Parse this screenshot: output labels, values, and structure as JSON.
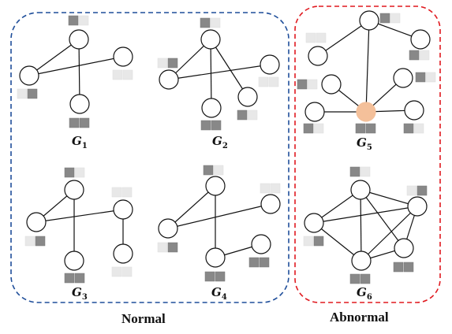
{
  "groups": [
    {
      "id": "normal",
      "label": "Normal",
      "border_color": "#1f4e9a"
    },
    {
      "id": "abnormal",
      "label": "Abnormal",
      "border_color": "#e0191f"
    }
  ],
  "colors": {
    "node_fill": "#ffffff",
    "node_stroke": "#111111",
    "edge": "#111111",
    "highlight_node": "#f4c09a",
    "badge_dark": "#888888",
    "badge_light": "#e8e8e8"
  },
  "graphs": [
    {
      "id": "G1",
      "name": "G",
      "sub": "1",
      "group": "normal",
      "nodes": [
        {
          "badge": [
            "dark",
            "light"
          ]
        },
        {
          "badge": [
            "light",
            "light"
          ]
        },
        {
          "badge": [
            "light",
            "dark"
          ]
        },
        {
          "badge": [
            "dark",
            "dark"
          ]
        }
      ],
      "edges": [
        [
          0,
          2
        ],
        [
          0,
          3
        ],
        [
          1,
          2
        ]
      ]
    },
    {
      "id": "G2",
      "name": "G",
      "sub": "2",
      "group": "normal",
      "nodes": [
        {
          "badge": [
            "dark",
            "light"
          ]
        },
        {
          "badge": [
            "light",
            "light"
          ]
        },
        {
          "badge": [
            "light",
            "dark"
          ]
        },
        {
          "badge": [
            "dark",
            "dark"
          ]
        },
        {
          "badge": [
            "dark",
            "light"
          ]
        }
      ],
      "edges": [
        [
          0,
          2
        ],
        [
          0,
          3
        ],
        [
          0,
          4
        ],
        [
          1,
          2
        ]
      ]
    },
    {
      "id": "G3",
      "name": "G",
      "sub": "3",
      "group": "normal",
      "nodes": [
        {
          "badge": [
            "dark",
            "light"
          ]
        },
        {
          "badge": [
            "light",
            "light"
          ]
        },
        {
          "badge": [
            "light",
            "dark"
          ]
        },
        {
          "badge": [
            "dark",
            "dark"
          ]
        },
        {
          "badge": [
            "light",
            "light"
          ]
        }
      ],
      "edges": [
        [
          0,
          2
        ],
        [
          0,
          3
        ],
        [
          1,
          2
        ],
        [
          1,
          4
        ]
      ]
    },
    {
      "id": "G4",
      "name": "G",
      "sub": "4",
      "group": "normal",
      "nodes": [
        {
          "badge": [
            "dark",
            "light"
          ]
        },
        {
          "badge": [
            "light",
            "light"
          ]
        },
        {
          "badge": [
            "light",
            "dark"
          ]
        },
        {
          "badge": [
            "dark",
            "dark"
          ]
        },
        {
          "badge": [
            "dark",
            "dark"
          ]
        }
      ],
      "edges": [
        [
          0,
          2
        ],
        [
          0,
          3
        ],
        [
          1,
          2
        ],
        [
          3,
          4
        ]
      ]
    },
    {
      "id": "G5",
      "name": "G",
      "sub": "5",
      "group": "abnormal",
      "nodes": [
        {
          "badge": [
            "dark",
            "light"
          ]
        },
        {
          "badge": [
            "light",
            "light"
          ]
        },
        {
          "badge": [
            "dark",
            "light"
          ]
        },
        {
          "badge": [
            "dark",
            "light"
          ]
        },
        {
          "badge": [
            "dark",
            "light"
          ]
        },
        {
          "badge": [
            "dark",
            "light"
          ]
        },
        {
          "badge": [
            "dark",
            "light"
          ]
        },
        {
          "badge": [
            "dark",
            "dark"
          ],
          "highlight": true
        }
      ],
      "edges": [
        [
          0,
          1
        ],
        [
          0,
          2
        ],
        [
          0,
          7
        ],
        [
          3,
          7
        ],
        [
          4,
          7
        ],
        [
          5,
          7
        ],
        [
          6,
          7
        ]
      ]
    },
    {
      "id": "G6",
      "name": "G",
      "sub": "6",
      "group": "abnormal",
      "nodes": [
        {
          "badge": [
            "dark",
            "light"
          ]
        },
        {
          "badge": [
            "light",
            "dark"
          ]
        },
        {
          "badge": [
            "light",
            "dark"
          ]
        },
        {
          "badge": [
            "dark",
            "dark"
          ]
        },
        {
          "badge": [
            "dark",
            "dark"
          ]
        }
      ],
      "edges": [
        [
          0,
          1
        ],
        [
          0,
          2
        ],
        [
          0,
          3
        ],
        [
          0,
          4
        ],
        [
          1,
          2
        ],
        [
          1,
          3
        ],
        [
          1,
          4
        ],
        [
          2,
          3
        ],
        [
          3,
          4
        ]
      ]
    }
  ]
}
